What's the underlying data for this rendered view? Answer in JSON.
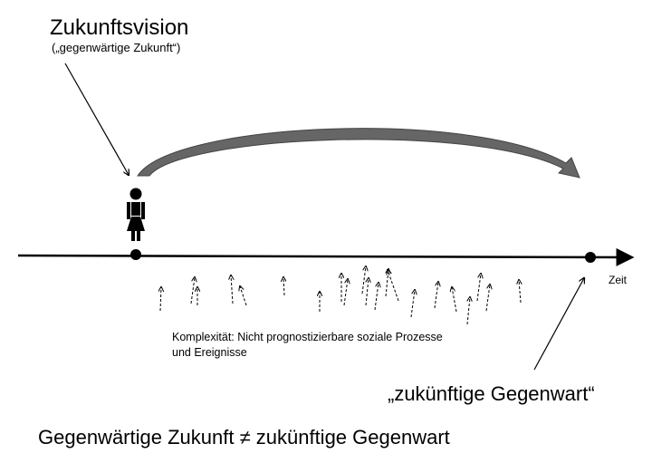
{
  "title": "Zukunftsvision",
  "subtitle": "(„gegenwärtige Zukunft“)",
  "axis_label": "Zeit",
  "complexity_line1": "Komplexität: Nicht prognostizierbare soziale Prozesse",
  "complexity_line2": "und Ereignisse",
  "future_present": "„zukünftige Gegenwart“",
  "conclusion": "Gegenwärtige Zukunft ≠ zukünftige Gegenwart",
  "icons": [
    "person-icon",
    "curved-arrow-icon"
  ]
}
